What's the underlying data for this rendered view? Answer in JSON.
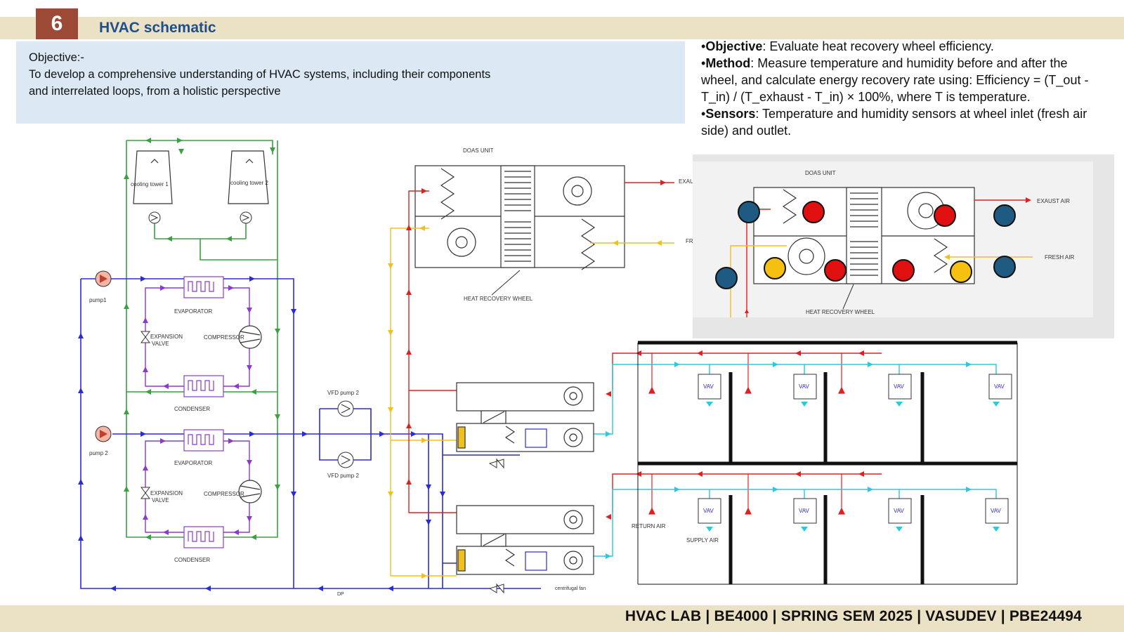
{
  "header": {
    "slide_number": "6",
    "title": "HVAC schematic"
  },
  "objective_box": {
    "heading": "Objective:-",
    "line1": "To develop a comprehensive understanding of HVAC systems, including their components",
    "line2": "and interrelated loops, from a holistic perspective"
  },
  "bullets": {
    "objective_label": "Objective",
    "objective_text": ": Evaluate heat recovery wheel efficiency.",
    "method_label": "Method",
    "method_text": ": Measure temperature and humidity before and after the wheel, and calculate energy recovery rate using: Efficiency = (T_out - T_in) / (T_exhaust - T_in) × 100%, where T is temperature.",
    "sensors_label": "Sensors",
    "sensors_text": ": Temperature and humidity sensors at wheel inlet (fresh air side) and outlet."
  },
  "diagram_labels": {
    "cooling_tower_1": "cooling tower 1",
    "cooling_tower_2": "cooling tower 2",
    "pump1": "pump1",
    "pump2": "pump 2",
    "evaporator": "EVAPORATOR",
    "condenser": "CONDENSER",
    "expansion_valve_1": "EXPANSION",
    "expansion_valve_2": "VALVE",
    "compressor": "COMPRESSOR",
    "vfd_pump_1": "VFD pump 2",
    "vfd_pump_2": "VFD pump 2",
    "doas_unit": "DOAS UNIT",
    "exaust_air": "EXAUST AIR",
    "fresh_air": "FRESH AIR",
    "heat_recovery_wheel": "HEAT RECOVERY WHEEL",
    "vav": "VAV",
    "return_air": "RETURN AIR",
    "supply_air": "SUPPLY AIR",
    "centrifugal_fan": "centrifugal fan",
    "dp": "DP"
  },
  "colors": {
    "chilled_water": "#2a2ad6",
    "condenser_water": "#3aa040",
    "refrigerant": "#8a3ad0",
    "return_air": "#e02020",
    "supply_air": "#2bc8e0",
    "fresh_air": "#f0c020",
    "sensor_blue": "#1f5a82",
    "sensor_red": "#e01010",
    "sensor_yellow": "#f5c010"
  },
  "footer": {
    "text": "HVAC LAB | BE4000 | SPRING SEM 2025 | VASUDEV | PBE24494"
  }
}
